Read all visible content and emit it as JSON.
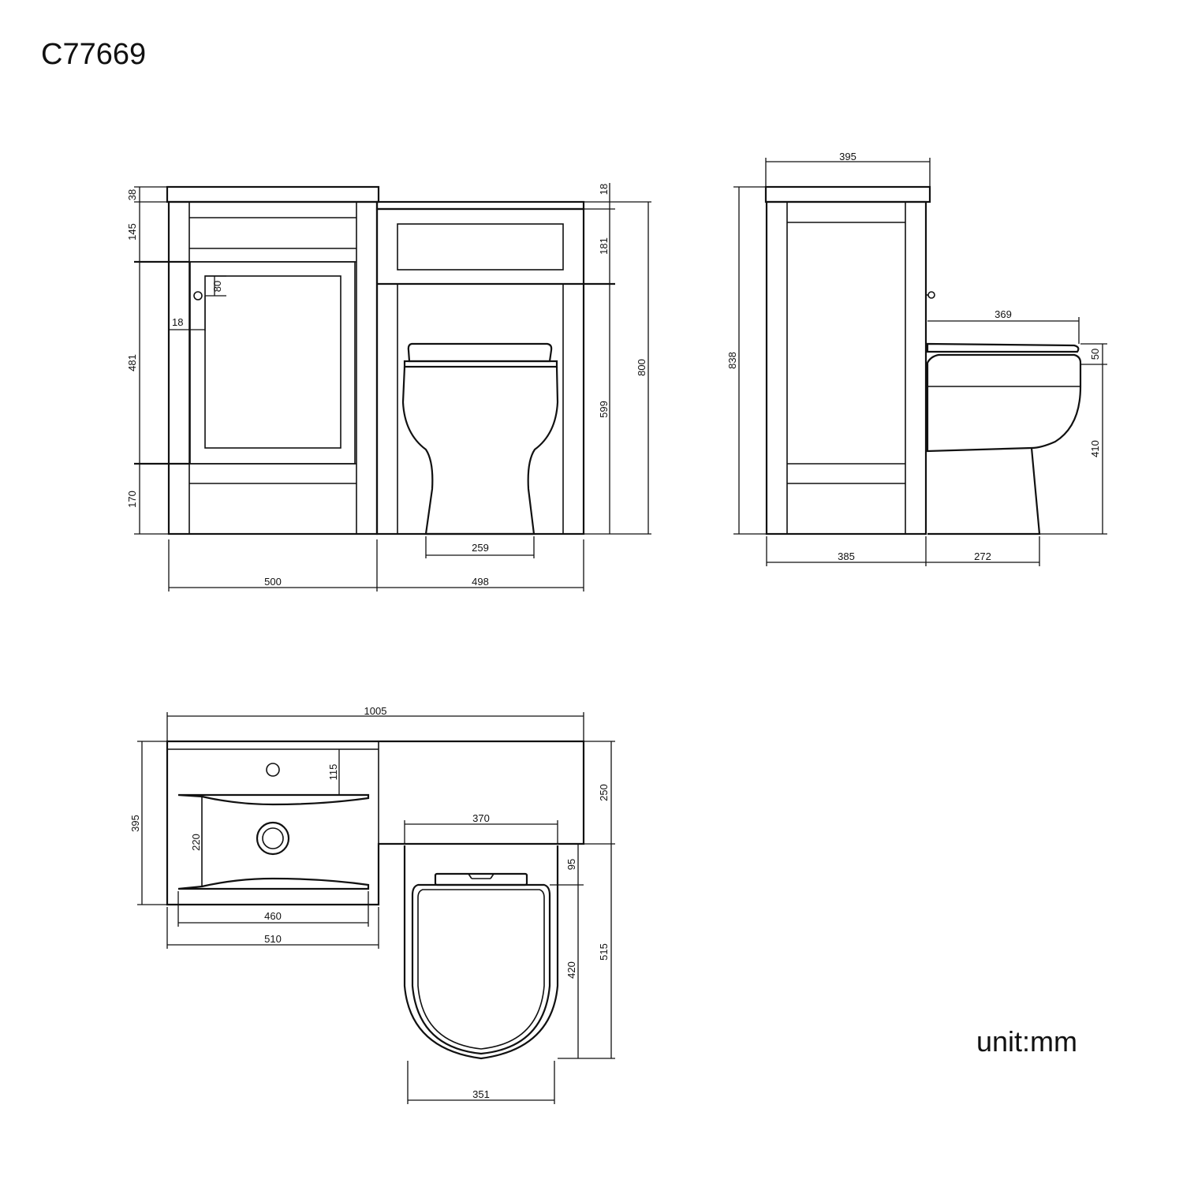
{
  "title": "C77669",
  "unit": "unit:mm",
  "front": {
    "top_thickness": "38",
    "drawer_height": "145",
    "door_height": "481",
    "plinth_height": "170",
    "handle_offset_v": "80",
    "handle_offset_h": "18",
    "vanity_width": "500",
    "wc_unit_width": "498",
    "pan_base_width": "259",
    "wc_top_thickness": "18",
    "wc_panel_height": "181",
    "wc_lower_height": "599",
    "wc_unit_height": "800"
  },
  "side": {
    "top_depth": "395",
    "total_height": "838",
    "seat_length": "369",
    "seat_thickness": "50",
    "pan_height": "410",
    "cabinet_depth": "385",
    "pan_projection": "272"
  },
  "plan": {
    "total_width": "1005",
    "depth": "395",
    "tap_hole_offset": "115",
    "bowl_depth": "220",
    "basin_inner_width": "460",
    "basin_outer_width": "510",
    "unit_depth_right": "250",
    "pan_top_width": "370",
    "cistern_lid_depth": "95",
    "seat_depth": "420",
    "pan_depth": "515",
    "pan_width": "351"
  }
}
